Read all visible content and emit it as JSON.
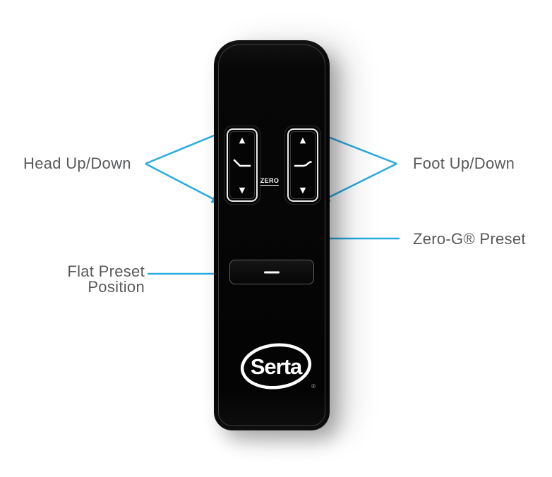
{
  "diagram": {
    "title_context": "Adjustable base remote control callout diagram",
    "arrow_color": "#29ABE2",
    "label_color": "#58595B",
    "background_color": "#ffffff",
    "callouts": {
      "head": "Head Up/Down",
      "foot": "Foot Up/Down",
      "zero_g": "Zero-G® Preset",
      "flat_line1": "Flat Preset",
      "flat_line2": "Position"
    }
  },
  "remote": {
    "body_color": "#0a0a0a",
    "head_cluster": {
      "up_glyph": "▲",
      "down_glyph": "▼",
      "icon": "head-recline-icon"
    },
    "foot_cluster": {
      "up_glyph": "▲",
      "down_glyph": "▼",
      "icon": "foot-recline-icon"
    },
    "zero_button": {
      "label": "ZERO"
    },
    "brand": {
      "name": "Serta",
      "registered_mark": "®"
    }
  }
}
